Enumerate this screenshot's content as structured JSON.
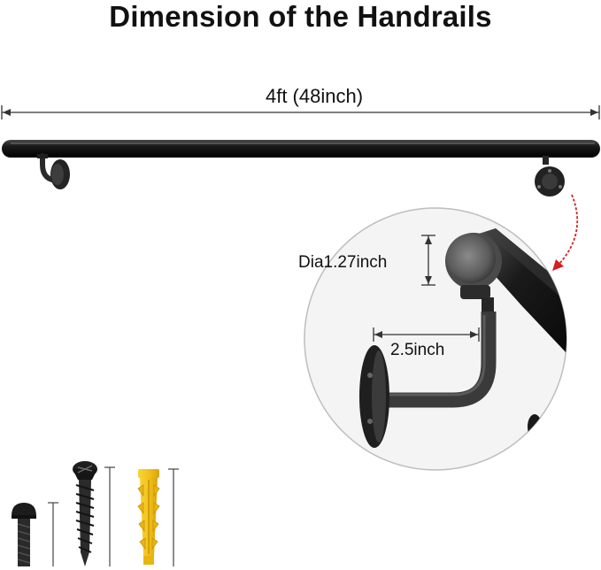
{
  "title": "Dimension of the Handrails",
  "dimensions": {
    "total_length": "4ft (48inch)",
    "diameter": "Dia1.27inch",
    "arm_length": "2.5inch"
  },
  "colors": {
    "rail": "#161616",
    "bracket": "#2a2a2a",
    "arrow_accent": "#d42020",
    "anchor": "#f2c21a",
    "dimension_line": "#333333",
    "zoom_background": "#f4f4f4"
  },
  "icons": [
    "handrail-icon",
    "wall-bracket-icon",
    "curved-arrow-icon",
    "bolt-icon",
    "wood-screw-icon",
    "wall-anchor-icon"
  ]
}
